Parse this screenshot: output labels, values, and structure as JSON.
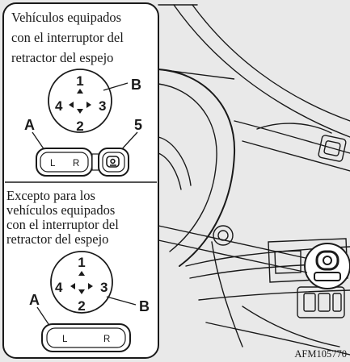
{
  "panel_top": {
    "caption_lines": [
      "Vehículos equipados",
      "con el interruptor del",
      "retractor del espejo"
    ],
    "callouts": {
      "a": "A",
      "b": "B",
      "five": "5"
    },
    "knob_numbers": {
      "up": "1",
      "down": "2",
      "right": "3",
      "left": "4"
    },
    "switch_labels": {
      "left": "L",
      "right": "R"
    }
  },
  "panel_bottom": {
    "caption_lines": [
      "Excepto para los",
      "vehículos equipados",
      "con el interruptor del",
      "retractor del espejo"
    ],
    "callouts": {
      "a": "A",
      "b": "B"
    },
    "knob_numbers": {
      "up": "1",
      "down": "2",
      "right": "3",
      "left": "4"
    },
    "switch_labels": {
      "left": "L",
      "right": "R"
    }
  },
  "figure_code": "AFM105770",
  "colors": {
    "background": "#e9e9e9",
    "panel": "#ffffff",
    "ink": "#1a1a1a"
  }
}
